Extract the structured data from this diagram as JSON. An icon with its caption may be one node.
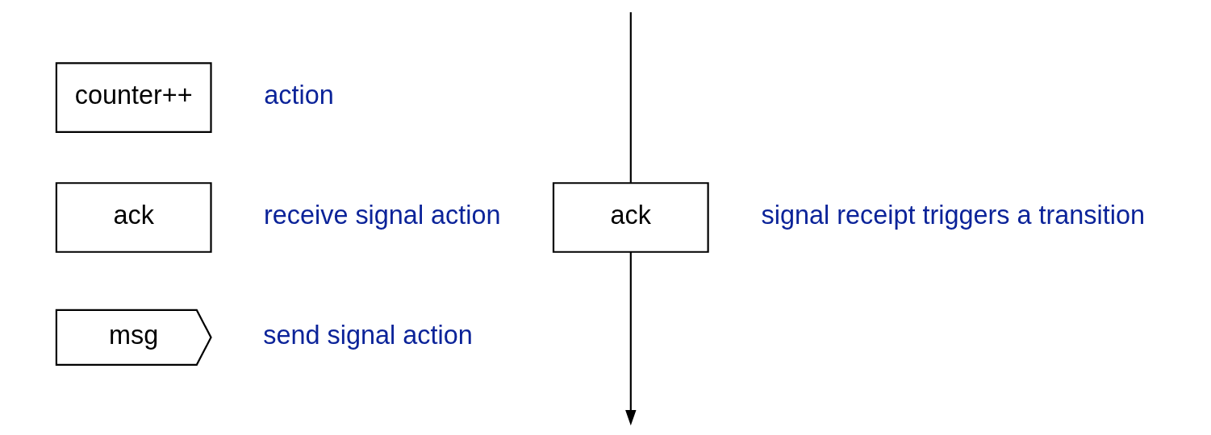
{
  "diagram": {
    "nodes": [
      {
        "text": [
          "counter++"
        ],
        "beside": [
          "action"
        ]
      },
      {
        "text": [
          "ack"
        ],
        "beside": [
          "receive signal action"
        ]
      },
      {
        "text": [
          "msg"
        ],
        "beside": [
          "send signal action"
        ]
      },
      {
        "text": [
          "ack"
        ],
        "beside": [
          "signal receipt triggers a transition"
        ]
      }
    ],
    "edges": [
      {
        "from": null,
        "to": 3,
        "arrow": "none"
      },
      {
        "from": 3,
        "to": null,
        "arrow": "to"
      }
    ]
  }
}
